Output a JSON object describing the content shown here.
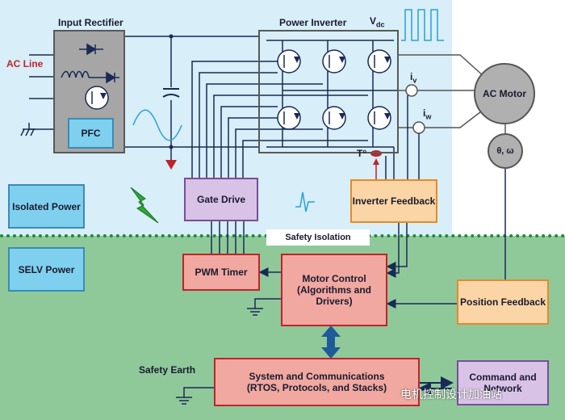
{
  "labels": {
    "input_rectifier": "Input Rectifier",
    "ac_line": "AC Line",
    "pfc": "PFC",
    "power_inverter": "Power Inverter",
    "vdc": "V",
    "vdc_sub": "dc",
    "iv": "i",
    "iv_sub": "v",
    "iw": "i",
    "iw_sub": "w",
    "temp": "T°",
    "ac_motor": "AC Motor",
    "theta_omega": "θ, ω",
    "isolated_power": "Isolated Power",
    "gate_drive": "Gate Drive",
    "inverter_feedback": "Inverter Feedback",
    "safety_isolation": "Safety Isolation",
    "selv_power": "SELV Power",
    "pwm_timer": "PWM Timer",
    "motor_control": "Motor Control (Algorithms and Drivers)",
    "position_feedback": "Position Feedback",
    "safety_earth": "Safety Earth",
    "system_comms": "System and Communications (RTOS, Protocols, and Stacks)",
    "command_network": "Command and Network",
    "watermark": "电机控制设计加油站"
  },
  "colors": {
    "isolated_zone": "#d8eef8",
    "selv_zone": "#8fc99a",
    "isolation_line": "#1f8a3a",
    "wire": "#1a2a55",
    "ac_line_text": "#c0232b",
    "arrow": "#1f5a99"
  },
  "icons": [
    "diode-icon",
    "inductor-icon",
    "igbt-icon",
    "capacitor-icon",
    "sine-wave-icon",
    "square-wave-icon",
    "lightning-icon",
    "heartbeat-icon",
    "ground-icon",
    "thermistor-icon"
  ]
}
